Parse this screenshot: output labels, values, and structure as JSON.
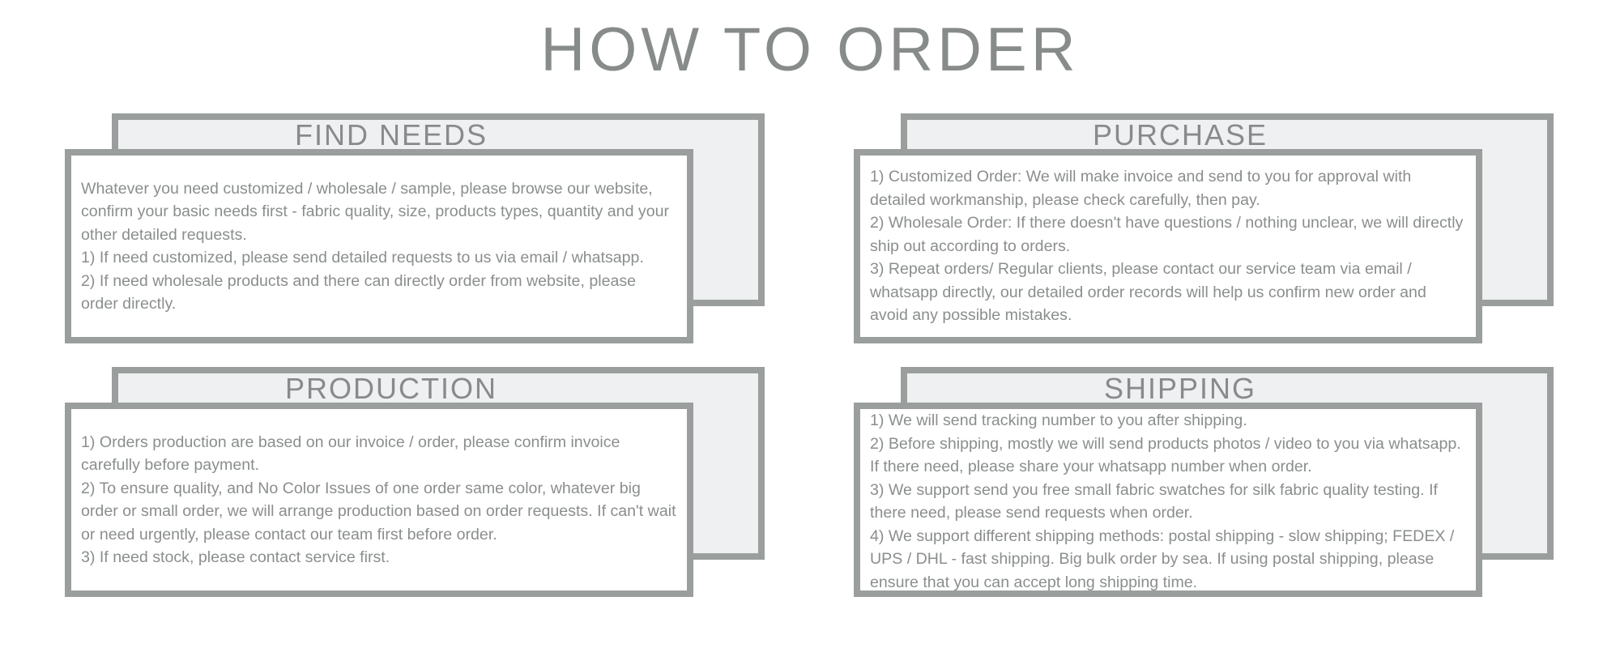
{
  "title": "HOW TO ORDER",
  "cards": [
    {
      "heading": "FIND NEEDS",
      "lines": [
        "Whatever you need customized / wholesale / sample, please browse our website, confirm your basic needs first - fabric quality, size, products types, quantity and your other detailed requests.",
        "1) If need customized, please send detailed requests to us via email / whatsapp.",
        "2) If need wholesale products and there can directly order from website, please order directly."
      ]
    },
    {
      "heading": "PURCHASE",
      "lines": [
        "1) Customized Order: We will make invoice and send to you for approval with detailed workmanship, please check carefully, then pay.",
        "2) Wholesale Order: If there doesn't have questions / nothing unclear, we will directly ship out according to orders.",
        "3) Repeat orders/ Regular clients, please contact our service team via email / whatsapp directly, our detailed order records will help us confirm new order and avoid any possible mistakes."
      ]
    },
    {
      "heading": "PRODUCTION",
      "lines": [
        "1) Orders production are based on our invoice / order, please confirm invoice carefully before payment.",
        "2) To ensure quality, and No Color Issues of one order same color, whatever big order or small order, we will arrange production based on order requests. If can't wait or need urgently, please contact our team first before order.",
        "3) If need stock, please contact service first."
      ]
    },
    {
      "heading": "SHIPPING",
      "lines": [
        "1) We will send tracking number to you after shipping.",
        "2) Before shipping, mostly we will send products photos / video to you via whatsapp. If there need, please share your whatsapp number when order.",
        "3) We support send you free small fabric swatches for silk fabric quality testing. If there need, please send requests when order.",
        "4) We support different shipping methods: postal shipping - slow shipping; FEDEX / UPS / DHL - fast shipping. Big bulk order by sea. If using postal shipping, please ensure that you can accept long shipping time."
      ]
    }
  ]
}
